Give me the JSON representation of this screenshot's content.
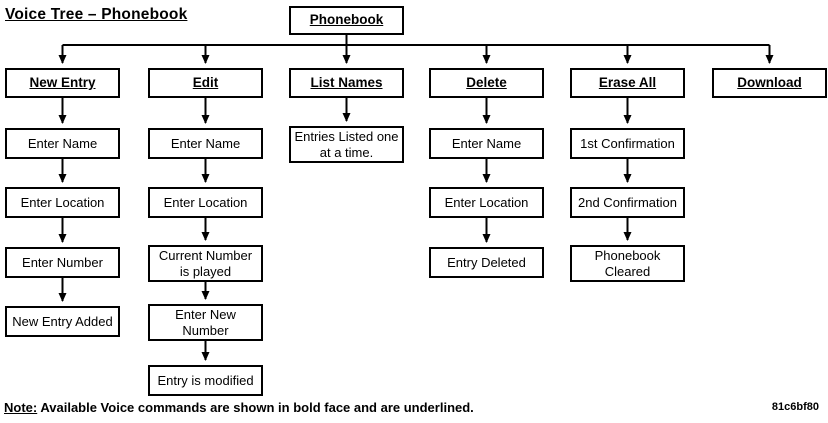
{
  "title": "Voice Tree – Phonebook",
  "root": {
    "label": "Phonebook"
  },
  "columns": [
    {
      "command": "New Entry",
      "children": [
        "Enter Name",
        "Enter Location",
        "Enter Number",
        "New Entry Added"
      ]
    },
    {
      "command": "Edit",
      "children": [
        "Enter Name",
        "Enter Location",
        "Current Number\nis played",
        "Enter New\nNumber",
        "Entry is modified"
      ]
    },
    {
      "command": "List Names",
      "children": [
        "Entries Listed one\nat a time."
      ]
    },
    {
      "command": "Delete",
      "children": [
        "Enter Name",
        "Enter Location",
        "Entry Deleted"
      ]
    },
    {
      "command": "Erase All",
      "children": [
        "1st Confirmation",
        "2nd Confirmation",
        "Phonebook\nCleared"
      ]
    },
    {
      "command": "Download",
      "children": []
    }
  ],
  "note": {
    "label": "Note:",
    "text": " Available Voice commands are shown in bold face and are underlined."
  },
  "figure_code": "81c6bf80",
  "colors": {
    "line": "#000000",
    "background": "#ffffff",
    "text": "#000000"
  }
}
